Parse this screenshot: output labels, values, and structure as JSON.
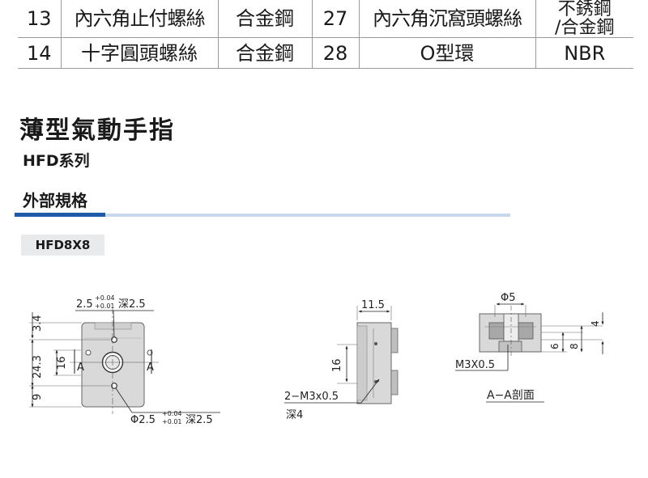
{
  "parts_table": {
    "rows": [
      {
        "no_a": "13",
        "name_a": "內六角止付螺絲",
        "mat_a": "合金鋼",
        "no_b": "27",
        "name_b": "內六角沉窩頭螺絲",
        "mat_b_line1": "不銹鋼",
        "mat_b_line2": "/合金鋼"
      },
      {
        "no_a": "14",
        "name_a": "十字圓頭螺絲",
        "mat_a": "合金鋼",
        "no_b": "28",
        "name_b": "O型環",
        "mat_b_line1": "NBR",
        "mat_b_line2": ""
      }
    ]
  },
  "heading": {
    "title": "薄型氣動手指",
    "series": "HFD系列",
    "section": "外部規格",
    "model": "HFD8X8"
  },
  "colors": {
    "accent_blue": "#1f5aa8",
    "accent_light": "#c7d7ec",
    "tag_bg": "#e9eaec",
    "part_fill": "#d9d9d9",
    "part_dark": "#9a9a9a"
  },
  "drawing": {
    "front": {
      "top_hole": "2.5",
      "top_tol_plus": "+0.04",
      "top_tol_minus": "+0.01",
      "top_depth": "深2.5",
      "dim_3_4": "3.4",
      "dim_24_3": "24.3",
      "dim_16": "16",
      "dim_9": "9",
      "section_a_left": "A",
      "section_a_right": "A",
      "bottom_hole": "Φ2.5",
      "bottom_tol_plus": "+0.04",
      "bottom_tol_minus": "+0.01",
      "bottom_depth": "深2.5"
    },
    "side": {
      "dim_11_5": "11.5",
      "dim_16": "16",
      "thread_line1": "2−M3x0.5",
      "thread_line2": "深4"
    },
    "section_view": {
      "dim_phi5": "Φ5",
      "dim_4": "4",
      "dim_6": "6",
      "dim_8": "8",
      "thread": "M3X0.5",
      "caption": "A−A剖面"
    }
  }
}
